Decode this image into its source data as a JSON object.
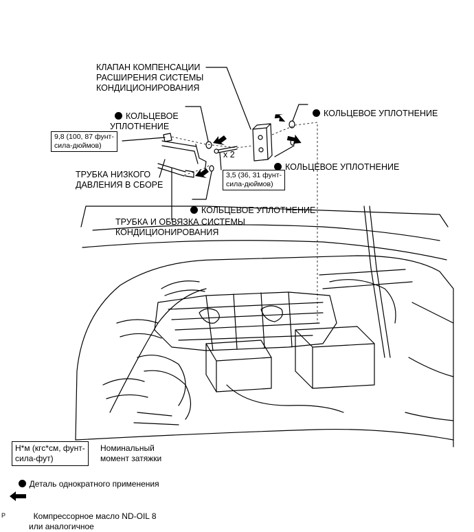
{
  "labels": {
    "valve": "КЛАПАН КОМПЕНСАЦИИ\nРАСШИРЕНИЯ СИСТЕМЫ\nКОНДИЦИОНИРОВАНИЯ",
    "oring_left": "КОЛЬЦЕВОЕ\nУПЛОТНЕНИЕ",
    "oring_top_right": "КОЛЬЦЕВОЕ УПЛОТНЕНИЕ",
    "oring_mid_right": "КОЛЬЦЕВОЕ УПЛОТНЕНИЕ",
    "oring_bottom": "КОЛЬЦЕВОЕ УПЛОТНЕНИЕ",
    "low_pressure_tube": "ТРУБКА НИЗКОГО\nДАВЛЕНИЯ В СБОРЕ",
    "ac_tube": "ТРУБКА И ОБВЯЗКА СИСТЕМЫ\nКОНДИЦИОНИРОВАНИЯ",
    "quantity": "x 2"
  },
  "torque": {
    "bolt_left": "9,8 (100, 87 фунт-\nсила-дюймов)",
    "bolt_right": "3,5 (36, 31 фунт-\nсила-дюймов)"
  },
  "legend": {
    "torque_units": "Н*м (кгс*см, фунт-\nсила-фут)",
    "torque_desc": "Номинальный\nмомент затяжки",
    "single_use": "Деталь однократного применения",
    "oil": "Компрессорное масло ND-OIL 8\nили аналогичное"
  },
  "corner_mark": "P"
}
